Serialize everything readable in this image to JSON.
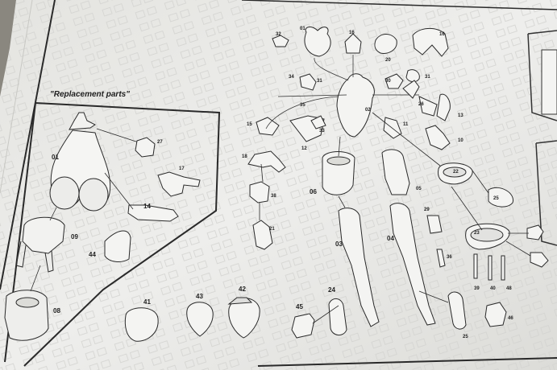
{
  "section_title": "\"Replacement parts\"",
  "part_labels": {
    "p01": "01",
    "p08": "08",
    "p09": "09",
    "p14": "14",
    "p17": "17",
    "p27": "27",
    "p44": "44",
    "p41": "41",
    "p43": "43",
    "p42": "42",
    "p45": "45",
    "p24": "24",
    "p32": "32",
    "p01b": "01",
    "p16a": "16",
    "p20": "20",
    "p16b": "16",
    "p34": "34",
    "p31a": "31",
    "p35": "35",
    "p02": "02",
    "p30": "30",
    "p31b": "31",
    "p15": "15",
    "p12": "12",
    "p33": "33",
    "p18": "18",
    "p38": "38",
    "p21": "21",
    "p06": "06",
    "p03": "03",
    "p05": "05",
    "p04": "04",
    "p11": "11",
    "p26": "26",
    "p13": "13",
    "p10": "10",
    "p22": "22",
    "p25a": "25",
    "p29": "29",
    "p36": "36",
    "p23": "23",
    "p39": "39",
    "p40": "40",
    "p48": "48",
    "p46": "46",
    "p25b": "25"
  }
}
